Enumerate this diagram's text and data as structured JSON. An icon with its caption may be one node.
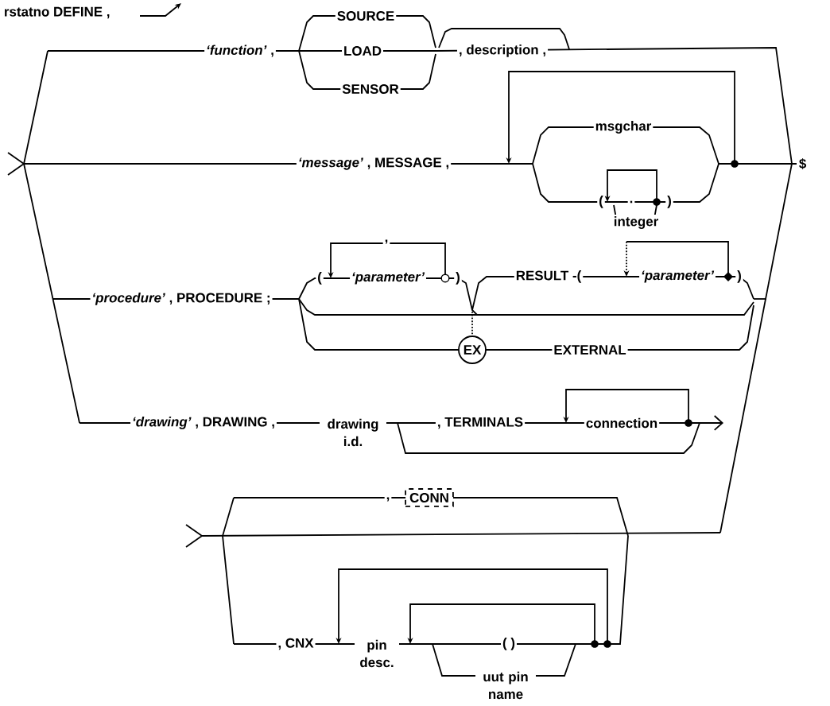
{
  "diagram": {
    "nodes": [
      {
        "text": [
          "EX"
        ]
      },
      {
        "text": [
          "CONN"
        ]
      }
    ],
    "labels": [
      "rstatno DEFINE ,",
      "SOURCE",
      "*‘function’* ,",
      "LOAD",
      ", description ,",
      "SENSOR",
      "msgchar",
      "*‘message’* , MESSAGE ,",
      "$",
      "(",
      ".",
      ")",
      "integer",
      ",",
      "*‘procedure’* , PROCEDURE ;",
      "(",
      "‘parameter’",
      ")",
      "RESULT -(",
      "‘parameter’",
      ")",
      "EXTERNAL",
      "*‘drawing’* , DRAWING ,",
      "drawing i.d.",
      ", TERMINALS",
      "connection",
      ",",
      ", CNX",
      "pin desc.",
      "( )",
      "uut pin name"
    ]
  }
}
